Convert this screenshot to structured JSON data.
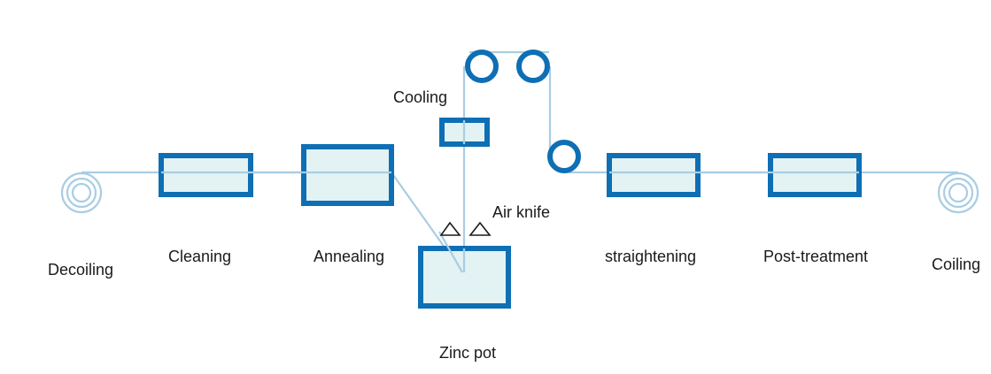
{
  "diagram": {
    "labels": {
      "decoiling": "Decoiling",
      "cleaning": "Cleaning",
      "annealing": "Annealing",
      "cooling": "Cooling",
      "air_knife": "Air knife",
      "zinc_pot": "Zinc pot",
      "straightening": "straightening",
      "post_treatment": "Post-treatment",
      "coiling": "Coiling"
    },
    "colors": {
      "box_fill": "#e3f2f3",
      "box_stroke": "#0e6fb4",
      "strip_line": "#a9cde3",
      "text": "#1a1a1a"
    }
  }
}
